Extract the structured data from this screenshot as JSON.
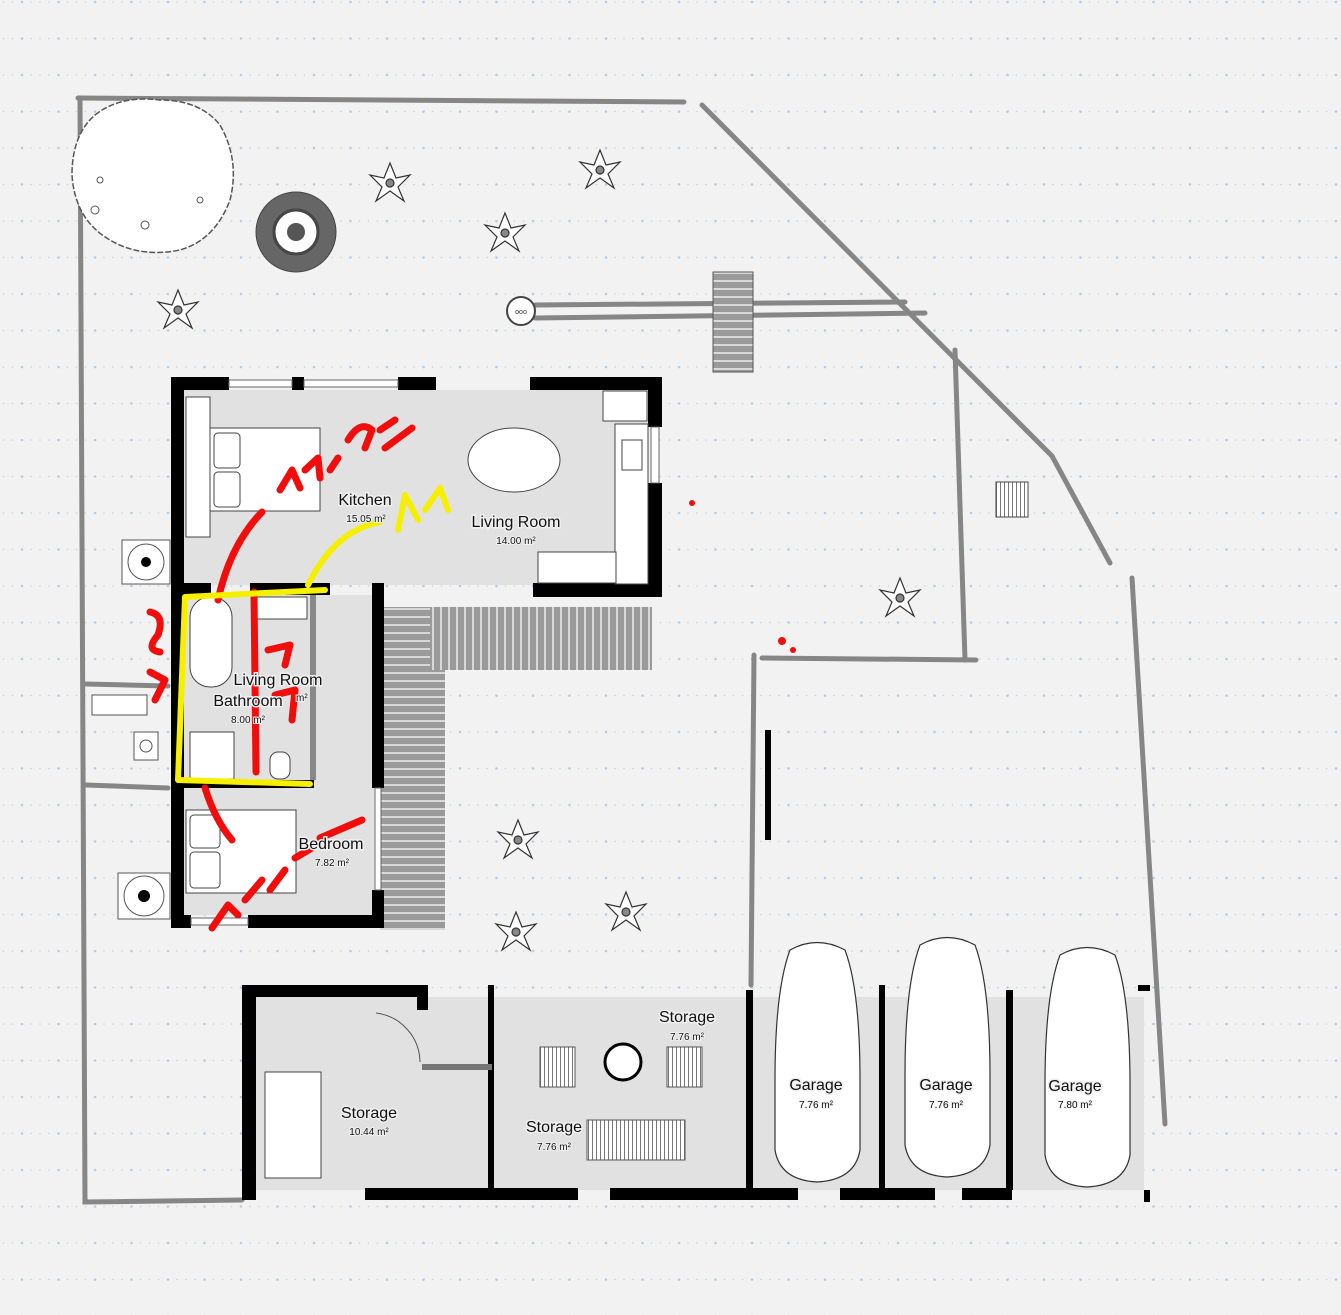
{
  "plan": {
    "rooms": [
      {
        "name": "Kitchen",
        "area": "15.05 m²"
      },
      {
        "name": "Living Room",
        "area": "14.00 m²"
      },
      {
        "name": "Living Room",
        "area": "m²"
      },
      {
        "name": "Bathroom",
        "area": "8.00 m²"
      },
      {
        "name": "Bedroom",
        "area": "7.82 m²"
      },
      {
        "name": "Storage",
        "area": "10.44 m²"
      },
      {
        "name": "Storage",
        "area": "7.76 m²"
      },
      {
        "name": "Storage",
        "area": "7.76 m²"
      },
      {
        "name": "Garage",
        "area": "7.76 m²"
      },
      {
        "name": "Garage",
        "area": "7.76 m²"
      },
      {
        "name": "Garage",
        "area": "7.80 m²"
      }
    ]
  },
  "colors": {
    "background": "#f2f2f2",
    "wall": "#000000",
    "fence": "#868686",
    "floor": "#e1e1e1",
    "annotation_red": "#f20d0d",
    "annotation_yellow": "#f6f000"
  }
}
